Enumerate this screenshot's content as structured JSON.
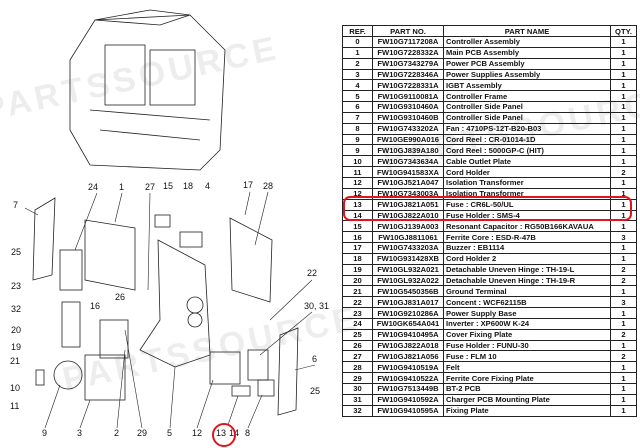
{
  "watermark": "PARTSSOURCE",
  "diagram": {
    "callouts": [
      "7",
      "24",
      "1",
      "27",
      "15",
      "18",
      "4",
      "17",
      "28",
      "25",
      "23",
      "32",
      "20",
      "19",
      "16",
      "26",
      "22",
      "30, 31",
      "21",
      "10",
      "11",
      "6",
      "25",
      "9",
      "3",
      "2",
      "29",
      "5",
      "12",
      "13",
      "14",
      "8"
    ],
    "highlighted_callout": "13"
  },
  "table": {
    "headers": {
      "ref": "REF.",
      "part_no": "PART NO.",
      "part_name": "PART NAME",
      "qty": "QTY."
    },
    "rows": [
      {
        "ref": "0",
        "part_no": "FW10G7117208A",
        "part_name": "Controller Assembly",
        "qty": "1"
      },
      {
        "ref": "1",
        "part_no": "FW10G7228332A",
        "part_name": "Main PCB Assembly",
        "qty": "1"
      },
      {
        "ref": "2",
        "part_no": "FW10G7343279A",
        "part_name": "Power PCB Assembly",
        "qty": "1"
      },
      {
        "ref": "3",
        "part_no": "FW10G7228346A",
        "part_name": "Power Supplies Assembly",
        "qty": "1"
      },
      {
        "ref": "4",
        "part_no": "FW10G7228331A",
        "part_name": "IGBT Assembly",
        "qty": "1"
      },
      {
        "ref": "5",
        "part_no": "FW10G9110081A",
        "part_name": "Controller Frame",
        "qty": "1"
      },
      {
        "ref": "6",
        "part_no": "FW10G9310460A",
        "part_name": "Controller Side Panel",
        "qty": "1"
      },
      {
        "ref": "7",
        "part_no": "FW10G9310460B",
        "part_name": "Controller Side Panel",
        "qty": "1"
      },
      {
        "ref": "8",
        "part_no": "FW10G7433202A",
        "part_name": "Fan : 4710PS-12T-B20-B03",
        "qty": "1"
      },
      {
        "ref": "9",
        "part_no": "FW10GE990A016",
        "part_name": "Cord Reel : CR-01014-1D",
        "qty": "1"
      },
      {
        "ref": "9",
        "part_no": "FW10GJ839A180",
        "part_name": "Cord Reel : 5000GP-C (HIT)",
        "qty": "1"
      },
      {
        "ref": "10",
        "part_no": "FW10G7343634A",
        "part_name": "Cable Outlet Plate",
        "qty": "1"
      },
      {
        "ref": "11",
        "part_no": "FW10G941583XA",
        "part_name": "Cord Holder",
        "qty": "2"
      },
      {
        "ref": "12",
        "part_no": "FW10GJ521A047",
        "part_name": "Isolation Transformer",
        "qty": "1"
      },
      {
        "ref": "12",
        "part_no": "FW10G7343003A",
        "part_name": "Isolation Transformer",
        "qty": "1"
      },
      {
        "ref": "13",
        "part_no": "FW10GJ821A051",
        "part_name": "Fuse : CR6L-50/UL",
        "qty": "1"
      },
      {
        "ref": "14",
        "part_no": "FW10GJ822A010",
        "part_name": "Fuse Holder : SMS-4",
        "qty": "1"
      },
      {
        "ref": "15",
        "part_no": "FW10GJ139A003",
        "part_name": "Resonant Capacitor : RG50B166KAVAUA",
        "qty": "1"
      },
      {
        "ref": "16",
        "part_no": "FW10GJ8811061",
        "part_name": "Ferrite Core : ESD-R-47B",
        "qty": "3"
      },
      {
        "ref": "17",
        "part_no": "FW10G7433203A",
        "part_name": "Buzzer : EB1114",
        "qty": "1"
      },
      {
        "ref": "18",
        "part_no": "FW10G931428XB",
        "part_name": "Cord Holder 2",
        "qty": "1"
      },
      {
        "ref": "19",
        "part_no": "FW10GL932A021",
        "part_name": "Detachable Uneven Hinge : TH-19-L",
        "qty": "2"
      },
      {
        "ref": "20",
        "part_no": "FW10GL932A022",
        "part_name": "Detachable Uneven Hinge : TH-19-R",
        "qty": "2"
      },
      {
        "ref": "21",
        "part_no": "FW10G5450356B",
        "part_name": "Ground Terminal",
        "qty": "1"
      },
      {
        "ref": "22",
        "part_no": "FW10GJ831A017",
        "part_name": "Concent : WCF62115B",
        "qty": "3"
      },
      {
        "ref": "23",
        "part_no": "FW10G9210286A",
        "part_name": "Power Supply Base",
        "qty": "1"
      },
      {
        "ref": "24",
        "part_no": "FW10GK654A041",
        "part_name": "Inverter : XP600W K-24",
        "qty": "1"
      },
      {
        "ref": "25",
        "part_no": "FW10G9410495A",
        "part_name": "Cover Fixing Plate",
        "qty": "2"
      },
      {
        "ref": "26",
        "part_no": "FW10GJ822A018",
        "part_name": "Fuse Holder : FUNU-30",
        "qty": "1"
      },
      {
        "ref": "27",
        "part_no": "FW10GJ821A056",
        "part_name": "Fuse : FLM 10",
        "qty": "2"
      },
      {
        "ref": "28",
        "part_no": "FW10G9410519A",
        "part_name": "Felt",
        "qty": "1"
      },
      {
        "ref": "29",
        "part_no": "FW10G9410522A",
        "part_name": "Ferrite Core Fixing Plate",
        "qty": "1"
      },
      {
        "ref": "30",
        "part_no": "FW10G7513449B",
        "part_name": "BT-2 PCB",
        "qty": "1"
      },
      {
        "ref": "31",
        "part_no": "FW10G9410592A",
        "part_name": "Charger PCB Mounting Plate",
        "qty": "1"
      },
      {
        "ref": "32",
        "part_no": "FW10G9410595A",
        "part_name": "Fixing Plate",
        "qty": "1"
      }
    ],
    "highlighted_ref": "13"
  }
}
